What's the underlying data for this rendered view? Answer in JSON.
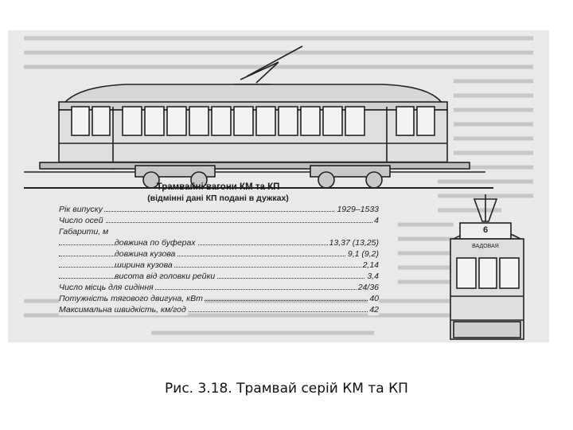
{
  "figure": {
    "table_title_1": "Трамвайні вагони КМ та КП",
    "table_title_2": "(відмінні дані КП подані в дужках)",
    "specs": [
      {
        "label": "Рік випуску",
        "value": "1929–1533",
        "indent": 0
      },
      {
        "label": "Число осей",
        "value": "4",
        "indent": 0
      },
      {
        "label": "Габарити, м",
        "value": "",
        "indent": 0
      },
      {
        "label": "довжина по буферах",
        "value": "13,37 (13,25)",
        "indent": 1
      },
      {
        "label": "довжина кузова",
        "value": "9,1 (9,2)",
        "indent": 1
      },
      {
        "label": "ширина кузова",
        "value": "2,14",
        "indent": 1
      },
      {
        "label": "висота від головки рейки",
        "value": "3,4",
        "indent": 1
      },
      {
        "label": "Число місць для сидіння",
        "value": "24/36",
        "indent": 0
      },
      {
        "label": "Потужність тягового двигуна, кВт",
        "value": "40",
        "indent": 0
      },
      {
        "label": "Максимальна швидкість, км/год",
        "value": "42",
        "indent": 0
      }
    ],
    "tram_sign": "6",
    "tram_route": "ВАДОВАЯ"
  },
  "caption": "Рис. 3.18. Трамвай серій КМ та КП"
}
